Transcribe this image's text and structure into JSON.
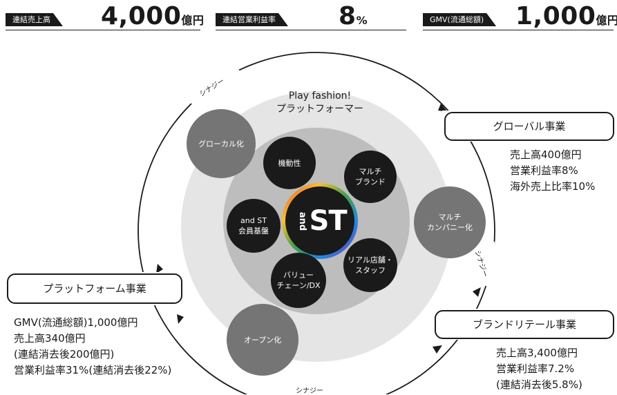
{
  "metrics": [
    {
      "label": "連結売上高",
      "value": "4,000",
      "unit": "億円"
    },
    {
      "label": "連結営業利益率",
      "value": "8",
      "unit": "%"
    },
    {
      "label": "GMV(流通総額)",
      "value": "1,000",
      "unit": "億円"
    }
  ],
  "center": {
    "title": "Play fashion!\nプラットフォーマー",
    "logo_prefix": "and",
    "logo_main": "ST"
  },
  "inner_circles": [
    {
      "label": "機動性"
    },
    {
      "label": "マルチ\nブランド"
    },
    {
      "label": "and ST\n会員基盤"
    },
    {
      "label": "リアル店舗・\nスタッフ"
    },
    {
      "label": "バリュー\nチェーン/DX"
    }
  ],
  "outer_circles": [
    {
      "label": "グローカル化"
    },
    {
      "label": "マルチ\nカンパニー化"
    },
    {
      "label": "オープン化"
    }
  ],
  "businesses": {
    "global": {
      "title": "グローバル事業",
      "lines": [
        "売上高400億円",
        "営業利益率8%",
        "海外売上比率10%"
      ]
    },
    "platform": {
      "title": "プラットフォーム事業",
      "lines": [
        "GMV(流通総額)1,000億円",
        "売上高340億円",
        "(連結消去後200億円)",
        "営業利益率31%(連結消去後22%)"
      ]
    },
    "brand": {
      "title": "ブランドリテール事業",
      "lines": [
        "売上高3,400億円",
        "営業利益率7.2%",
        "(連結消去後5.8%)"
      ]
    }
  },
  "synergy": [
    "シナジー",
    "シナジー",
    "シナジー"
  ],
  "colors": {
    "dark": "#1a1a1a",
    "gray": "#757575",
    "outer_disc": "#e5e5e5",
    "mid_disc": "#bdbdbd"
  }
}
